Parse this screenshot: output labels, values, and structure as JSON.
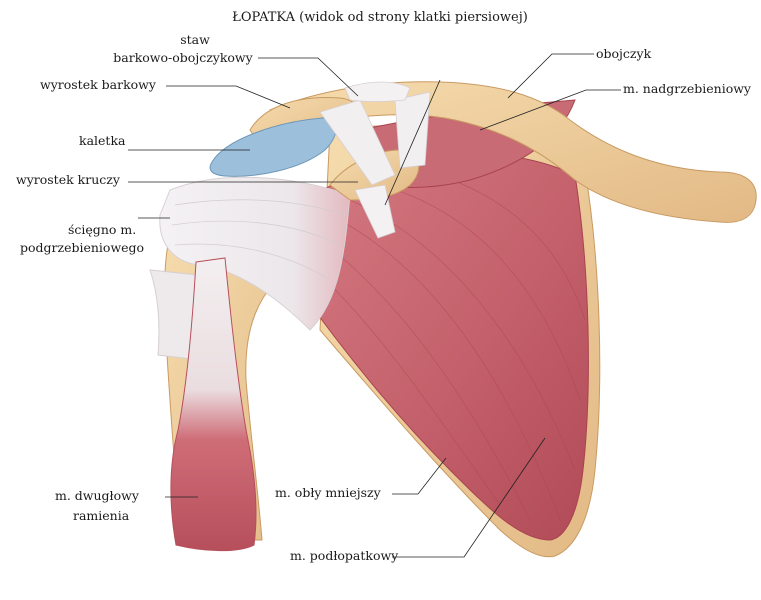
{
  "title": "ŁOPATKA (widok od strony klatki piersiowej)",
  "labels": {
    "staw_line1": "staw",
    "staw_line2": "barkowo-obojczykowy",
    "wyrostek_barkowy": "wyrostek barkowy",
    "kaletka": "kaletka",
    "wyrostek_kruczy": "wyrostek kruczy",
    "sciegno_line1": "ścięgno m.",
    "sciegno_line2": "podgrzebieniowego",
    "obojczyk": "obojczyk",
    "nadgrzebieniowy": "m. nadgrzebieniowy",
    "dwuglowy_line1": "m. dwugłowy",
    "dwuglowy_line2": "ramienia",
    "obly_mniejszy": "m. obły mniejszy",
    "podlopatkowy": "m. podłopatkowy"
  },
  "colors": {
    "bone": "#efcf9e",
    "bone_edge": "#c99a62",
    "muscle": "#c4606a",
    "muscle_dark": "#a8434f",
    "tendon": "#f1eef0",
    "bursa": "#9cc0dc"
  }
}
